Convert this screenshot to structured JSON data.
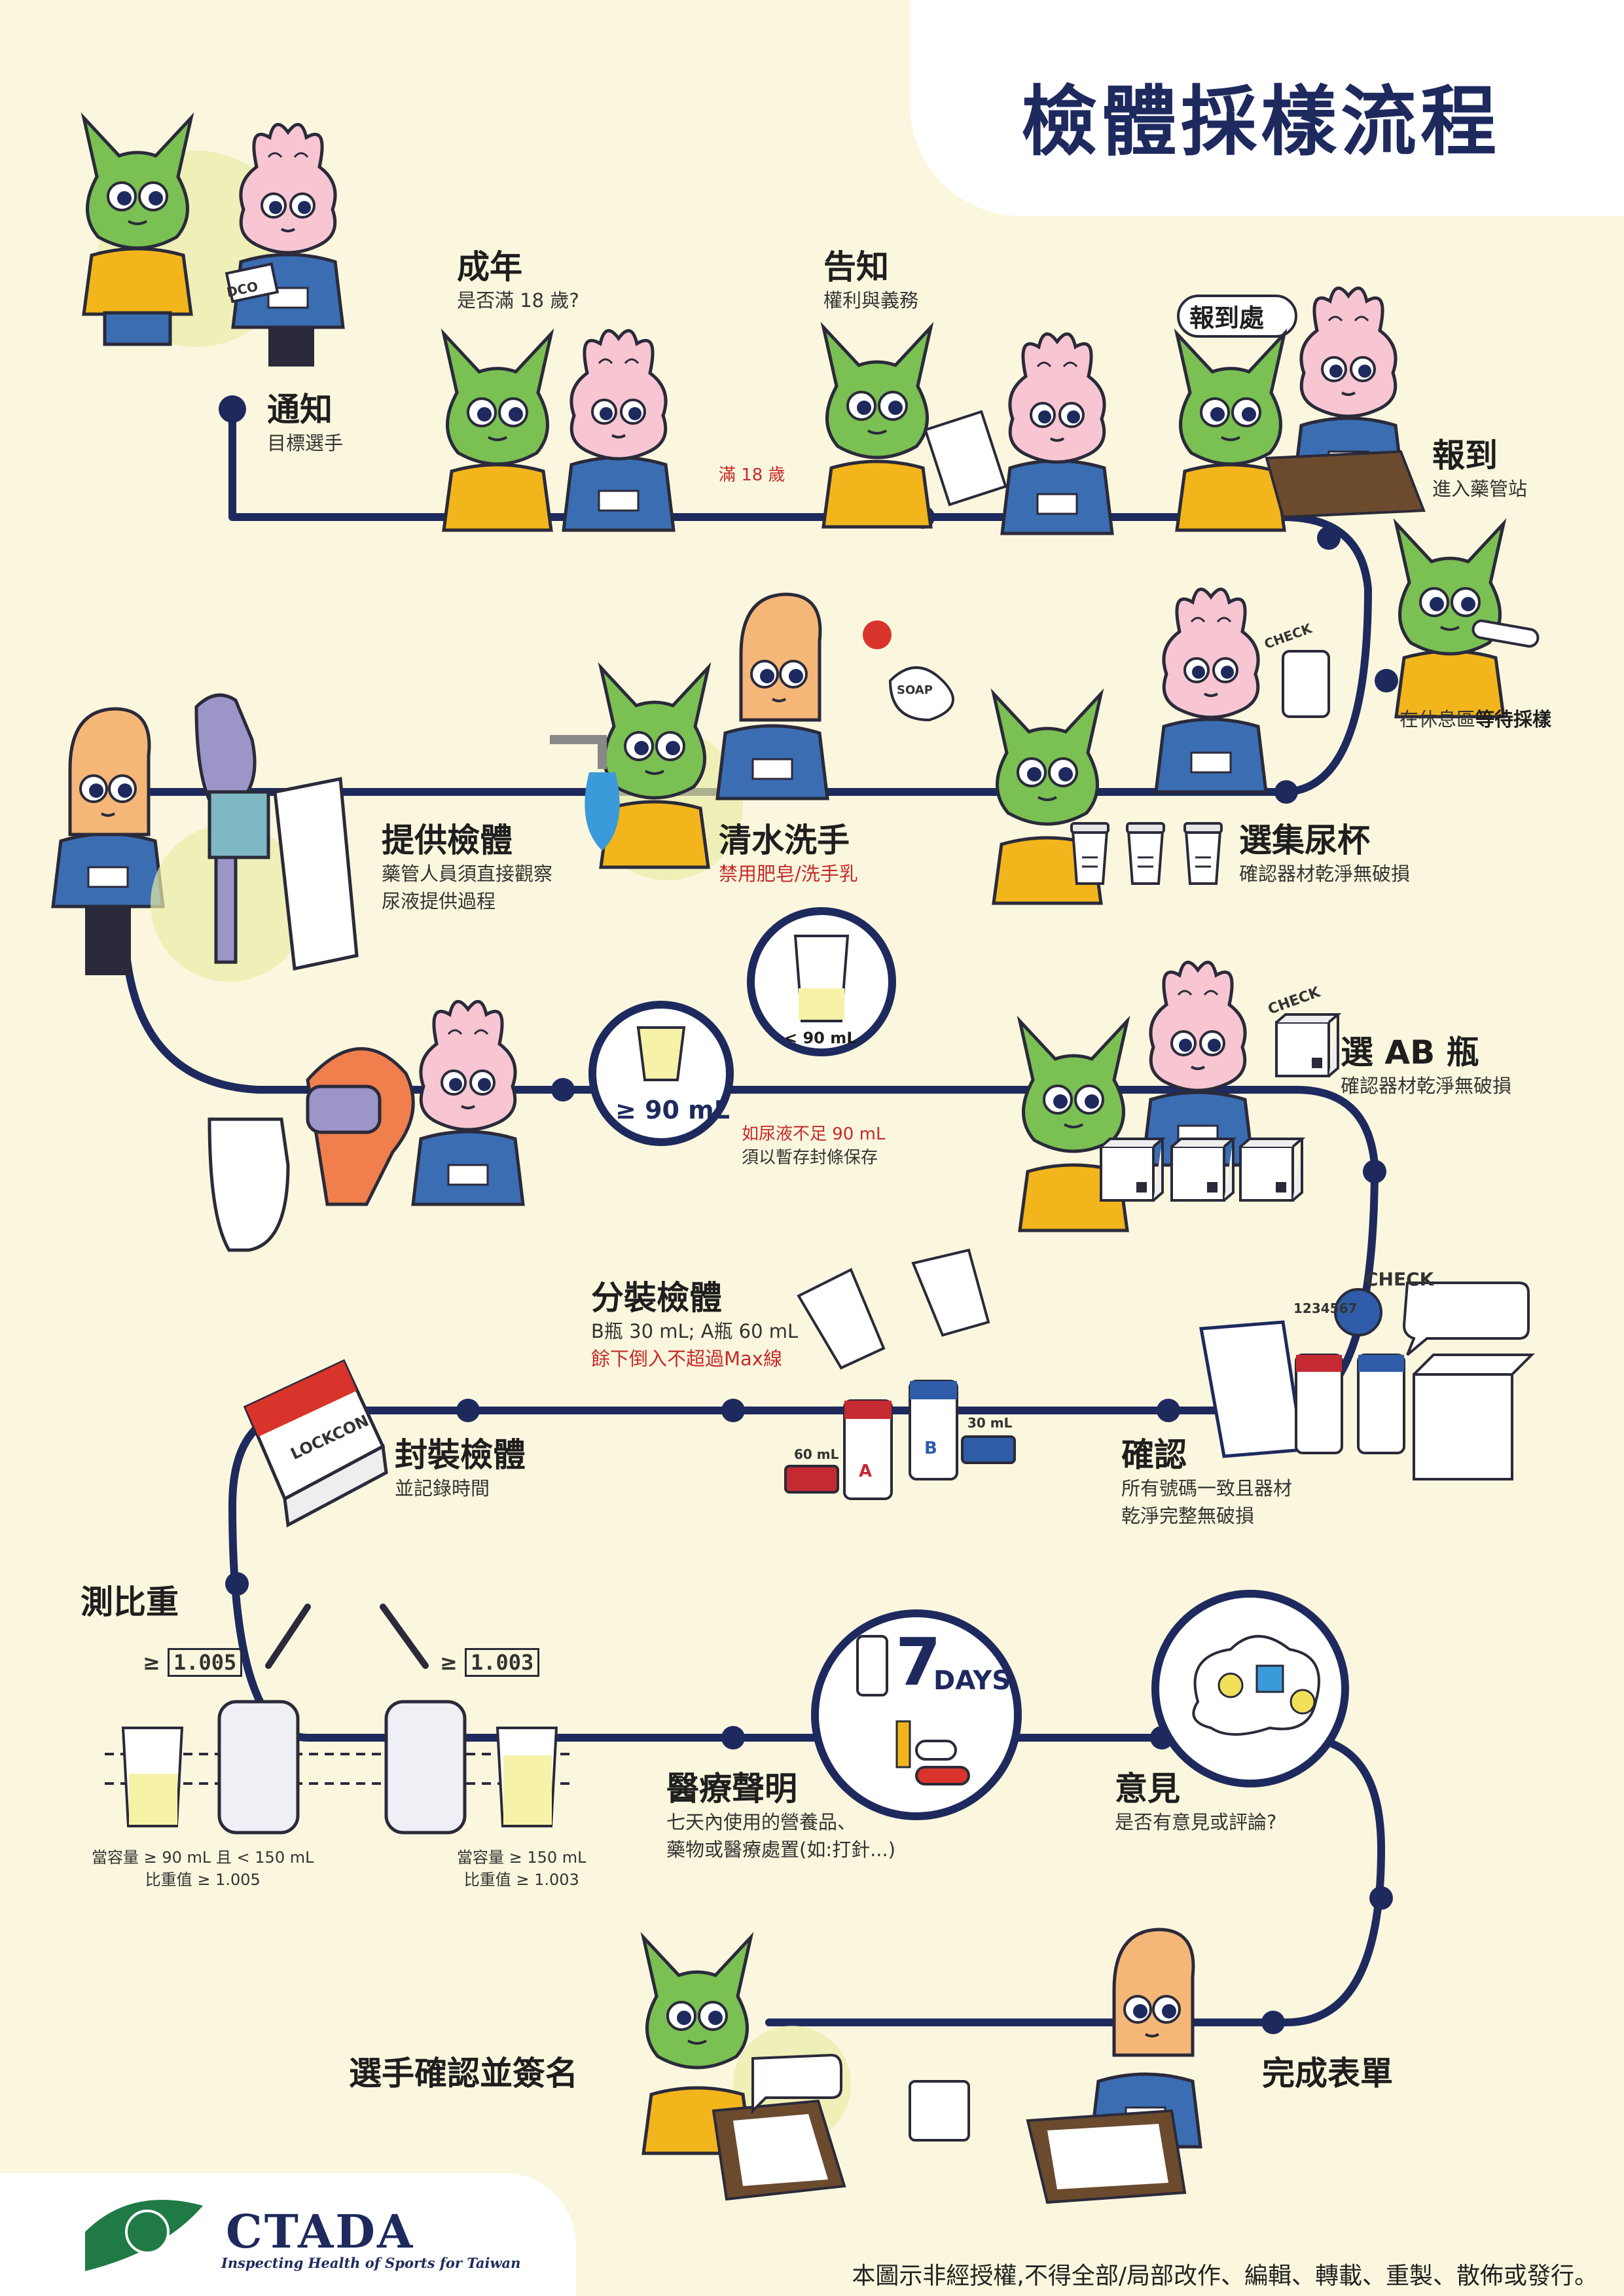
{
  "title": "檢體採樣流程",
  "colors": {
    "background": "#fbf7de",
    "path": "#1e2a5e",
    "alert": "#c62a2a",
    "athlete": "#7bc053",
    "officer": "#f7c6d2",
    "shirt": "#f2b51b",
    "uniform": "#3b6db3"
  },
  "steps": {
    "notify": {
      "title": "通知",
      "desc": "目標選手"
    },
    "adult": {
      "title": "成年",
      "desc": "是否滿 18 歲?"
    },
    "adult_note": "滿 18 歲",
    "inform": {
      "title": "告知",
      "desc": "權利與義務"
    },
    "checkin": {
      "title": "報到",
      "desc": "進入藥管站",
      "bubble": "報到處"
    },
    "wait": {
      "desc_prefix": "在休息區",
      "desc_bold": "等待採樣"
    },
    "cup": {
      "title": "選集尿杯",
      "desc": "確認器材乾淨無破損"
    },
    "wash": {
      "title": "清水洗手",
      "note": "禁用肥皂/洗手乳"
    },
    "provide": {
      "title": "提供檢體",
      "desc1": "藥管人員須直接觀察",
      "desc2": "尿液提供過程"
    },
    "volume": {
      "ge": "≥ 90 mL",
      "lt": "< 90 mL",
      "note1": "如尿液不足 90 mL",
      "note2": "須以暫存封條保存"
    },
    "ab": {
      "title": "選 AB 瓶",
      "desc": "確認器材乾淨無破損"
    },
    "confirm": {
      "title": "確認",
      "desc1": "所有號碼一致且器材",
      "desc2": "乾淨完整無破損",
      "code": "1234567"
    },
    "split": {
      "title": "分裝檢體",
      "desc": "B瓶 30 mL; A瓶 60 mL",
      "note": "餘下倒入不超過Max線",
      "a_vol": "60 mL",
      "b_vol": "30 mL",
      "a_label": "A",
      "b_label": "B"
    },
    "seal": {
      "title": "封裝檢體",
      "desc": "並記錄時間",
      "box_label": "LOCKCON"
    },
    "gravity": {
      "title": "測比重",
      "read1": "1.005",
      "read2": "1.003",
      "ge": "≥",
      "c1a": "當容量 ≥ 90 mL 且 < 150 mL",
      "c1b": "比重值 ≥ 1.005",
      "c2a": "當容量 ≥ 150 mL",
      "c2b": "比重值 ≥ 1.003"
    },
    "medical": {
      "title": "醫療聲明",
      "desc1": "七天內使用的營養品、",
      "desc2": "藥物或醫療處置(如:打針...)",
      "days_num": "7",
      "days_word": "DAYS"
    },
    "opinion": {
      "title": "意見",
      "desc": "是否有意見或評論?"
    },
    "sign": {
      "title": "選手確認並簽名"
    },
    "form": {
      "title": "完成表單"
    }
  },
  "badges": {
    "dco": "DCO",
    "check": "CHECK",
    "soap": "SOAP"
  },
  "brand": {
    "name": "CTADA",
    "tagline": "Inspecting Health of Sports for Taiwan"
  },
  "notice": "本圖示非經授權,不得全部/局部改作、編輯、轉載、重製、散佈或發行。"
}
